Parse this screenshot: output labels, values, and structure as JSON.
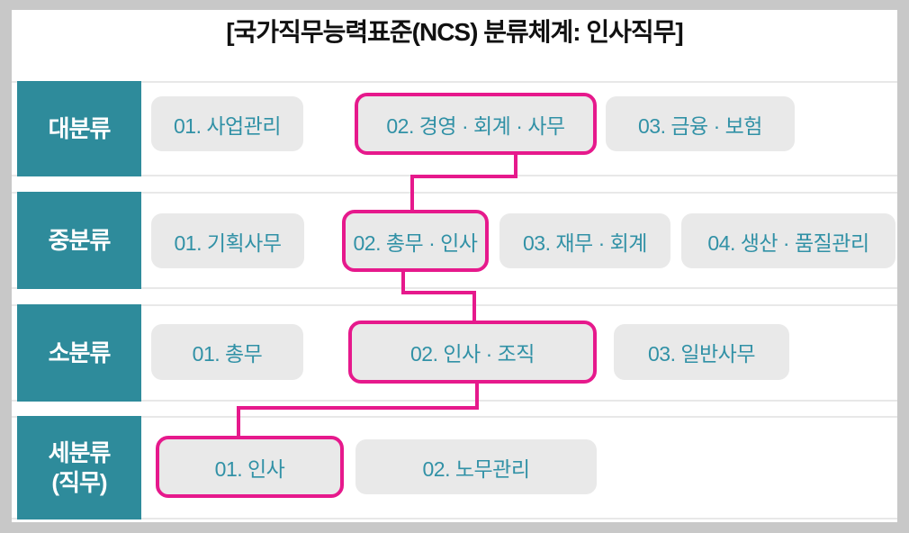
{
  "title": "[국가직무능력표준(NCS) 분류체계: 인사직무]",
  "colors": {
    "teal": "#2e8b9b",
    "box_bg": "#e9e9e9",
    "box_text": "#3191a6",
    "highlight": "#e6198c",
    "row_line": "#e8e8e8",
    "frame": "#c8c8c8",
    "title_text": "#111111"
  },
  "rows": [
    {
      "label": "대분류",
      "items": [
        {
          "text": "01. 사업관리",
          "highlighted": false
        },
        {
          "text": "02. 경영 · 회계 · 사무",
          "highlighted": true
        },
        {
          "text": "03. 금융 · 보험",
          "highlighted": false
        }
      ]
    },
    {
      "label": "중분류",
      "items": [
        {
          "text": "01. 기획사무",
          "highlighted": false
        },
        {
          "text": "02. 총무 · 인사",
          "highlighted": true
        },
        {
          "text": "03. 재무 · 회계",
          "highlighted": false
        },
        {
          "text": "04. 생산 · 품질관리",
          "highlighted": false
        }
      ]
    },
    {
      "label": "소분류",
      "items": [
        {
          "text": "01. 총무",
          "highlighted": false
        },
        {
          "text": "02. 인사 · 조직",
          "highlighted": true
        },
        {
          "text": "03. 일반사무",
          "highlighted": false
        }
      ]
    },
    {
      "label": "세분류\n(직무)",
      "items": [
        {
          "text": "01. 인사",
          "highlighted": true
        },
        {
          "text": "02. 노무관리",
          "highlighted": false
        }
      ]
    }
  ],
  "highlight_path": [
    "02. 경영 · 회계 · 사무",
    "02. 총무 · 인사",
    "02. 인사 · 조직",
    "01. 인사"
  ]
}
